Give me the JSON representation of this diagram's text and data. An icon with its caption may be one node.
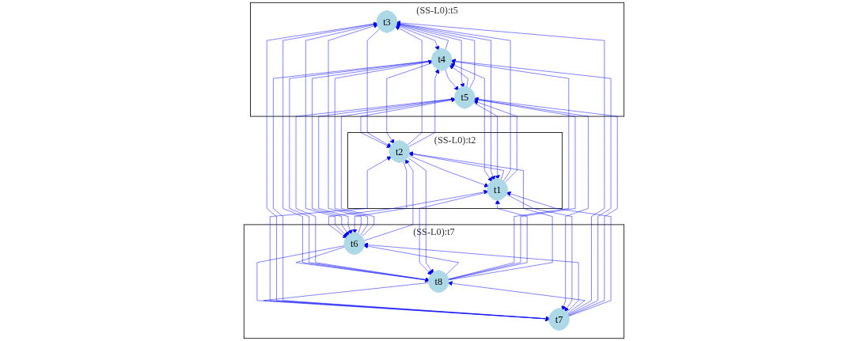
{
  "diagram": {
    "nodes": [
      {
        "text": [
          "(SS-L0):t5"
        ]
      },
      {
        "text": [
          "t3"
        ],
        "in": 0
      },
      {
        "text": [
          "t4"
        ],
        "in": 0
      },
      {
        "text": [
          "t5"
        ],
        "in": 0
      },
      {
        "text": [
          "(SS-L0):t2"
        ]
      },
      {
        "text": [
          "t1"
        ],
        "in": 4
      },
      {
        "text": [
          "t2"
        ],
        "in": 4
      },
      {
        "text": [
          "(SS-L0):t7"
        ]
      },
      {
        "text": [
          "t8"
        ],
        "in": 7
      },
      {
        "text": [
          "t6"
        ],
        "in": 7
      },
      {
        "text": [
          "t7"
        ],
        "in": 7
      }
    ],
    "edges": [
      {
        "from": 1,
        "to": 2,
        "arrow": "to"
      },
      {
        "from": 2,
        "to": 1,
        "arrow": "to"
      },
      {
        "from": 2,
        "to": 3,
        "arrow": "to"
      },
      {
        "from": 3,
        "to": 2,
        "arrow": "to"
      },
      {
        "from": 1,
        "to": 3,
        "arrow": "to"
      },
      {
        "from": 3,
        "to": 1,
        "arrow": "to"
      },
      {
        "from": 5,
        "to": 6,
        "arrow": "to"
      },
      {
        "from": 6,
        "to": 5,
        "arrow": "to"
      },
      {
        "from": 8,
        "to": 9,
        "arrow": "to"
      },
      {
        "from": 9,
        "to": 8,
        "arrow": "to"
      },
      {
        "from": 9,
        "to": 10,
        "arrow": "to"
      },
      {
        "from": 10,
        "to": 9,
        "arrow": "to"
      },
      {
        "from": 8,
        "to": 10,
        "arrow": "to"
      },
      {
        "from": 10,
        "to": 8,
        "arrow": "to"
      },
      {
        "from": 1,
        "to": 8,
        "arrow": "both"
      },
      {
        "from": 2,
        "to": 5,
        "arrow": "both"
      },
      {
        "from": 5,
        "to": 9,
        "arrow": "both"
      },
      {
        "from": 3,
        "to": 6,
        "arrow": "both"
      },
      {
        "from": 6,
        "to": 10,
        "arrow": "both"
      },
      {
        "from": 1,
        "to": 5,
        "arrow": "to"
      },
      {
        "from": 5,
        "to": 1,
        "arrow": "to"
      },
      {
        "from": 1,
        "to": 6,
        "arrow": "to"
      },
      {
        "from": 6,
        "to": 1,
        "arrow": "to"
      },
      {
        "from": 2,
        "to": 6,
        "arrow": "to"
      },
      {
        "from": 6,
        "to": 2,
        "arrow": "to"
      },
      {
        "from": 3,
        "to": 5,
        "arrow": "to"
      },
      {
        "from": 5,
        "to": 3,
        "arrow": "to"
      },
      {
        "from": 1,
        "to": 9,
        "arrow": "to"
      },
      {
        "from": 9,
        "to": 1,
        "arrow": "to"
      },
      {
        "from": 1,
        "to": 10,
        "arrow": "to"
      },
      {
        "from": 10,
        "to": 1,
        "arrow": "to"
      },
      {
        "from": 2,
        "to": 8,
        "arrow": "to"
      },
      {
        "from": 8,
        "to": 2,
        "arrow": "to"
      },
      {
        "from": 2,
        "to": 9,
        "arrow": "to"
      },
      {
        "from": 9,
        "to": 2,
        "arrow": "to"
      },
      {
        "from": 2,
        "to": 10,
        "arrow": "to"
      },
      {
        "from": 10,
        "to": 2,
        "arrow": "to"
      },
      {
        "from": 3,
        "to": 8,
        "arrow": "to"
      },
      {
        "from": 8,
        "to": 3,
        "arrow": "to"
      },
      {
        "from": 3,
        "to": 9,
        "arrow": "to"
      },
      {
        "from": 9,
        "to": 3,
        "arrow": "to"
      },
      {
        "from": 3,
        "to": 10,
        "arrow": "to"
      },
      {
        "from": 10,
        "to": 3,
        "arrow": "to"
      },
      {
        "from": 5,
        "to": 8,
        "arrow": "to"
      },
      {
        "from": 8,
        "to": 5,
        "arrow": "to"
      },
      {
        "from": 5,
        "to": 10,
        "arrow": "to"
      },
      {
        "from": 10,
        "to": 5,
        "arrow": "to"
      },
      {
        "from": 6,
        "to": 8,
        "arrow": "to"
      },
      {
        "from": 8,
        "to": 6,
        "arrow": "to"
      },
      {
        "from": 6,
        "to": 9,
        "arrow": "to"
      },
      {
        "from": 9,
        "to": 6,
        "arrow": "to"
      }
    ]
  }
}
